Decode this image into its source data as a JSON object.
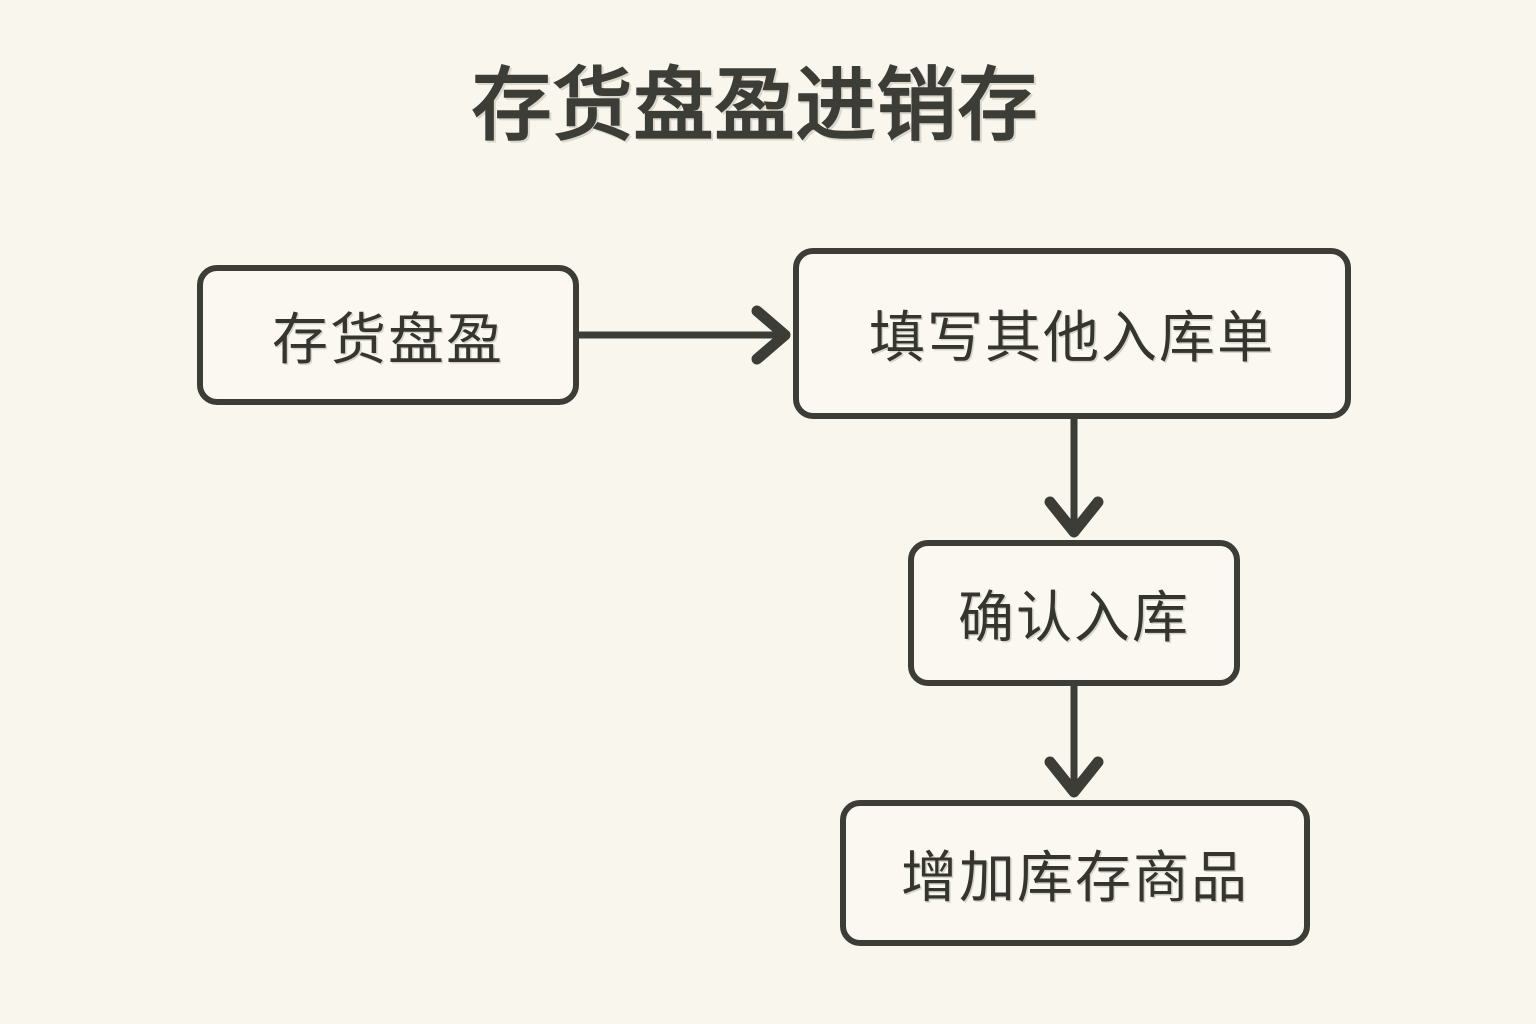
{
  "page": {
    "title": "存货盘盈进销存",
    "background_color": "#f9f6ed",
    "stroke_color": "#3d3d37",
    "node_fill_color": "#faf8f1"
  },
  "flowchart": {
    "type": "flowchart",
    "orientation": "left-to-right then top-to-bottom",
    "nodes": [
      {
        "id": "inventory-surplus",
        "label": "存货盘盈",
        "shape": "rounded-rectangle"
      },
      {
        "id": "fill-inbound-form",
        "label": "填写其他入库单",
        "shape": "rounded-rectangle"
      },
      {
        "id": "confirm-inbound",
        "label": "确认入库",
        "shape": "rounded-rectangle"
      },
      {
        "id": "increase-stock",
        "label": "增加库存商品",
        "shape": "rounded-rectangle"
      }
    ],
    "edges": [
      {
        "from": "inventory-surplus",
        "to": "fill-inbound-form",
        "direction": "right",
        "arrowhead": "chevron",
        "label": ""
      },
      {
        "from": "fill-inbound-form",
        "to": "confirm-inbound",
        "direction": "down",
        "arrowhead": "chevron",
        "label": ""
      },
      {
        "from": "confirm-inbound",
        "to": "increase-stock",
        "direction": "down",
        "arrowhead": "chevron",
        "label": ""
      }
    ]
  }
}
